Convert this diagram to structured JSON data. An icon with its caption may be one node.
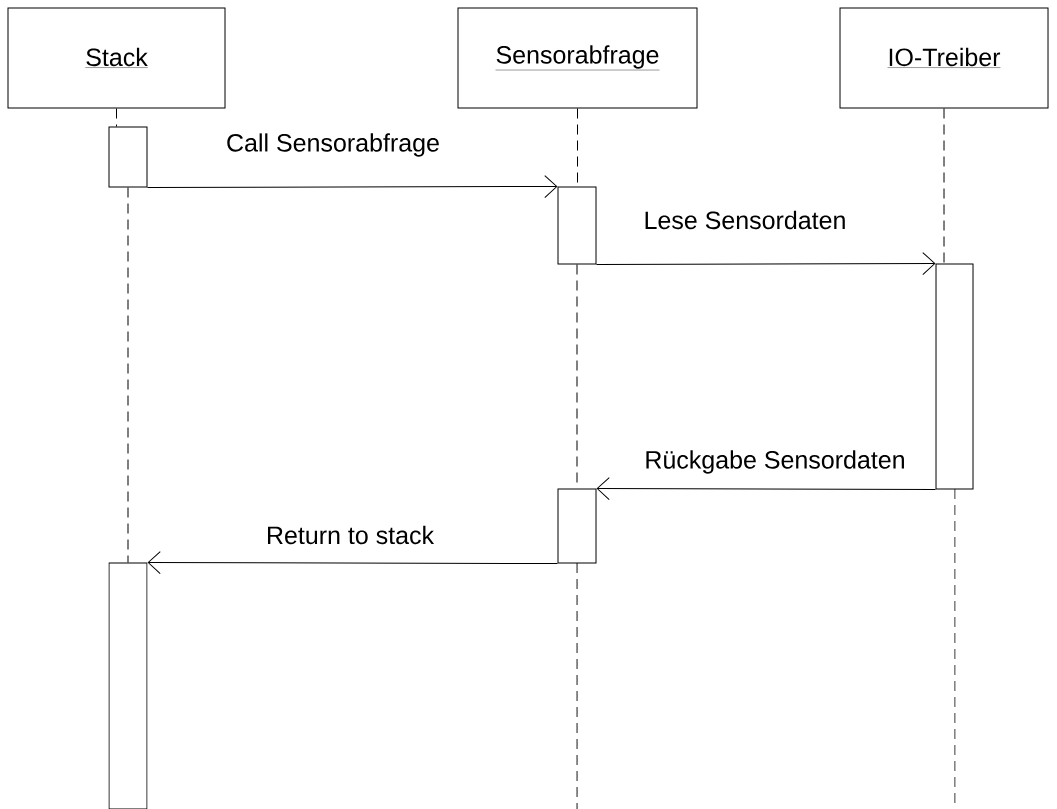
{
  "diagram": {
    "nodes": [
      {
        "text": [
          "Stack"
        ]
      },
      {
        "text": [
          "Sensorabfrage"
        ]
      },
      {
        "text": [
          "IO-Treiber"
        ]
      },
      {
        "text": [],
        "shape": "bar"
      },
      {
        "text": [],
        "shape": "bar"
      },
      {
        "text": [],
        "shape": "bar"
      },
      {
        "text": [],
        "shape": "bar"
      },
      {
        "text": [],
        "shape": "bar"
      }
    ],
    "edges": [
      {
        "from": 3,
        "to": 4,
        "arrow": "to",
        "label": "Call Sensorabfrage"
      },
      {
        "from": 4,
        "to": 5,
        "arrow": "to",
        "label": "Lese Sensordaten"
      },
      {
        "from": 5,
        "to": 6,
        "arrow": "to",
        "label": "Rückgabe Sensordaten"
      },
      {
        "from": 6,
        "to": 7,
        "arrow": "to",
        "label": "Return to stack"
      },
      {
        "from": 0,
        "to": 3,
        "arrow": "none",
        "style": "dashed"
      },
      {
        "from": 3,
        "to": 7,
        "arrow": "none",
        "style": "dashed"
      },
      {
        "from": 1,
        "to": 4,
        "arrow": "none",
        "style": "dashed"
      },
      {
        "from": 4,
        "to": 6,
        "arrow": "none",
        "style": "dashed"
      },
      {
        "from": 2,
        "to": 5,
        "arrow": "none",
        "style": "dashed"
      }
    ]
  }
}
